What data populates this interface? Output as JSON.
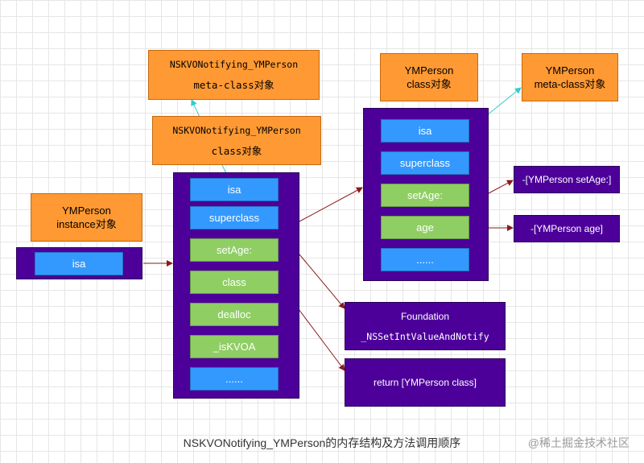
{
  "instance_box": {
    "title_line1": "YMPerson",
    "title_line2": "instance对象",
    "isa": "isa"
  },
  "nskvo_meta": {
    "line1": "NSKVONotifying_YMPerson",
    "line2": "meta-class对象"
  },
  "nskvo_class_label": {
    "line1": "NSKVONotifying_YMPerson",
    "line2": "class对象"
  },
  "nskvo_class": {
    "cells": [
      "isa",
      "superclass",
      "setAge:",
      "class",
      "dealloc",
      "_isKVOA",
      "......"
    ]
  },
  "ymperson_class_label": {
    "line1": "YMPerson",
    "line2": "class对象"
  },
  "ymperson_meta": {
    "line1": "YMPerson",
    "line2": "meta-class对象"
  },
  "ymperson_class": {
    "cells": [
      "isa",
      "superclass",
      "setAge:",
      "age",
      "......"
    ]
  },
  "method_boxes": {
    "set_age": "-[YMPerson setAge:]",
    "age": "-[YMPerson age]",
    "foundation_title": "Foundation",
    "foundation_fn": "_NSSetIntValueAndNotify",
    "return_class": "return [YMPerson class]"
  },
  "caption": "NSKVONotifying_YMPerson的内存结构及方法调用顺序",
  "watermark": "@稀土掘金技术社区",
  "colors": {
    "orange": "#ff9933",
    "purple": "#4c0099",
    "blue": "#3399ff",
    "green": "#8fce63",
    "arrow_red": "#8b1a1a",
    "arrow_cyan": "#33cccc"
  }
}
